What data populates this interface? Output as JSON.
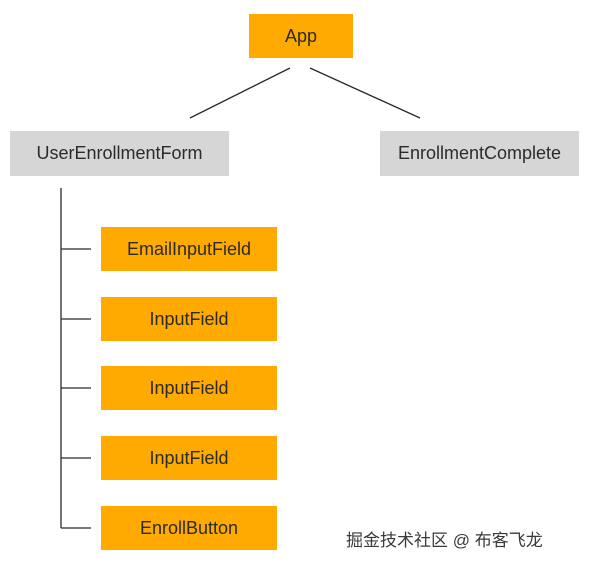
{
  "nodes": {
    "app": "App",
    "user_enrollment_form": "UserEnrollmentForm",
    "enrollment_complete": "EnrollmentComplete",
    "email_input_field": "EmailInputField",
    "input_field_1": "InputField",
    "input_field_2": "InputField",
    "input_field_3": "InputField",
    "enroll_button": "EnrollButton"
  },
  "edges": [
    [
      "App",
      "UserEnrollmentForm"
    ],
    [
      "App",
      "EnrollmentComplete"
    ],
    [
      "UserEnrollmentForm",
      "EmailInputField"
    ],
    [
      "UserEnrollmentForm",
      "InputField"
    ],
    [
      "UserEnrollmentForm",
      "InputField"
    ],
    [
      "UserEnrollmentForm",
      "InputField"
    ],
    [
      "UserEnrollmentForm",
      "EnrollButton"
    ]
  ],
  "watermark": "掘金技术社区 @ 布客飞龙",
  "colors": {
    "component_fill": "#ffaa00",
    "parent_fill": "#d6d6d6",
    "line": "#2a2a2a",
    "text": "#2b2b2b"
  }
}
